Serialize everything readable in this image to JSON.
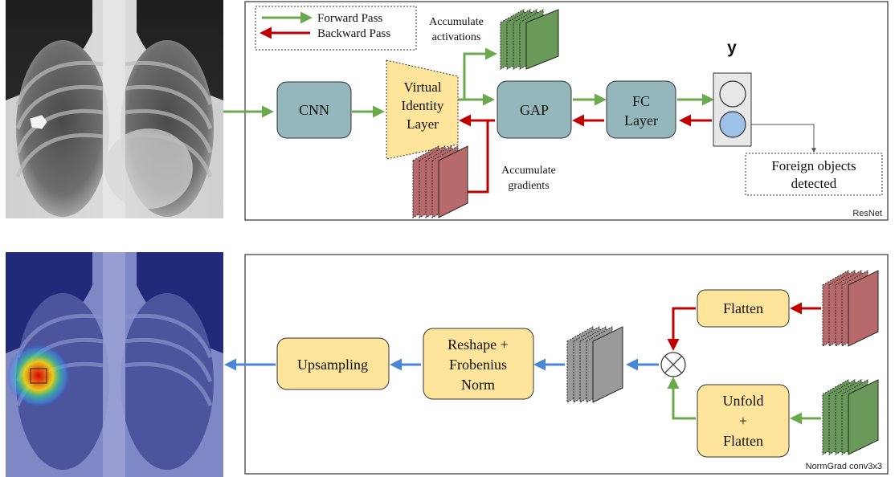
{
  "legend": {
    "forward": "Forward Pass",
    "backward": "Backward Pass"
  },
  "top_panel": {
    "cnn": "CNN",
    "virtual_identity": [
      "Virtual",
      "Identity",
      "Layer"
    ],
    "gap": "GAP",
    "fc": [
      "FC",
      "Layer"
    ],
    "y_label": "y",
    "accumulate_activations": [
      "Accumulate",
      "activations"
    ],
    "accumulate_gradients": [
      "Accumulate",
      "gradients"
    ],
    "foreign_objects": [
      "Foreign objects",
      "detected"
    ],
    "corner_label": "ResNet"
  },
  "bottom_panel": {
    "upsampling": "Upsampling",
    "reshape": [
      "Reshape +",
      "Frobenius",
      "Norm"
    ],
    "flatten": "Flatten",
    "unfold": [
      "Unfold",
      "+",
      "Flatten"
    ],
    "corner_label": "NormGrad conv3x3"
  },
  "colors": {
    "forward": "#6aaa4c",
    "backward": "#c00000",
    "output": "#4a86d8",
    "teal_box": "#93b7bb",
    "yellow_box": "#ffe49c",
    "green_maps": "#6a9a5a",
    "red_maps": "#b86a6a",
    "gray_maps": "#9a9a9a"
  }
}
